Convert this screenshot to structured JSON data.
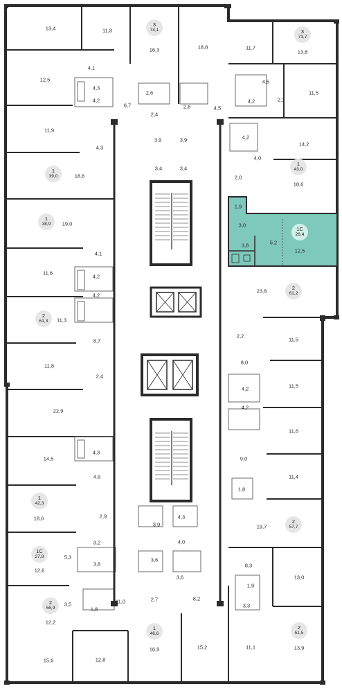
{
  "plan": {
    "colors": {
      "wall": "#2b2b2b",
      "thin": "#6a6a6a",
      "fill": "#ffffff",
      "highlight": "#7fc9bc",
      "badge": "#e6e6e6",
      "badge_selected": "#d3efe9"
    },
    "labels": [
      "13,4",
      "11,8",
      "16,3",
      "18,8",
      "11,7",
      "13,8",
      "12,5",
      "4,1",
      "4,3",
      "2,6",
      "6,7",
      "2,6",
      "4,5",
      "4,5",
      "11,5",
      "4,2",
      "2,4",
      "4,2",
      "2,1",
      "11,9",
      "4,3",
      "3,9",
      "3,9",
      "4,2",
      "14,2",
      "4,0",
      "3,4",
      "3,4",
      "18,6",
      "2,0",
      "18,6",
      "19,0",
      "1,9",
      "3,0",
      "5,2",
      "12,5",
      "3,8",
      "4,1",
      "11,6",
      "4,2",
      "23,8",
      "4,2",
      "11,3",
      "2,2",
      "8,7",
      "11,5",
      "11,8",
      "8,0",
      "2,4",
      "4,2",
      "11,5",
      "22,9",
      "4,2",
      "4,3",
      "11,6",
      "14,5",
      "9,0",
      "4,9",
      "11,4",
      "1,8",
      "18,6",
      "2,9",
      "4,3",
      "3,9",
      "19,7",
      "4,0",
      "3,2",
      "5,3",
      "3,8",
      "3,6",
      "8,3",
      "12,6",
      "3,6",
      "13,0",
      "1,9",
      "11,0",
      "3,5",
      "1,8",
      "2,7",
      "8,2",
      "3,3",
      "12,2",
      "15,6",
      "12,8",
      "16,9",
      "15,2",
      "11,1",
      "13,9"
    ],
    "units": [
      {
        "rooms": "3",
        "area": "74,1"
      },
      {
        "rooms": "3",
        "area": "73,7"
      },
      {
        "rooms": "1",
        "area": "39,0"
      },
      {
        "rooms": "1",
        "area": "43,0"
      },
      {
        "rooms": "1",
        "area": "38,9"
      },
      {
        "rooms": "1С",
        "area": "26,4"
      },
      {
        "rooms": "2",
        "area": "61,2"
      },
      {
        "rooms": "2",
        "area": "61,3"
      },
      {
        "rooms": "1",
        "area": "42,3"
      },
      {
        "rooms": "2",
        "area": "57,7"
      },
      {
        "rooms": "1С",
        "area": "27,8"
      },
      {
        "rooms": "2",
        "area": "56,9"
      },
      {
        "rooms": "2",
        "area": "51,5"
      },
      {
        "rooms": "1",
        "area": "46,6"
      }
    ]
  }
}
